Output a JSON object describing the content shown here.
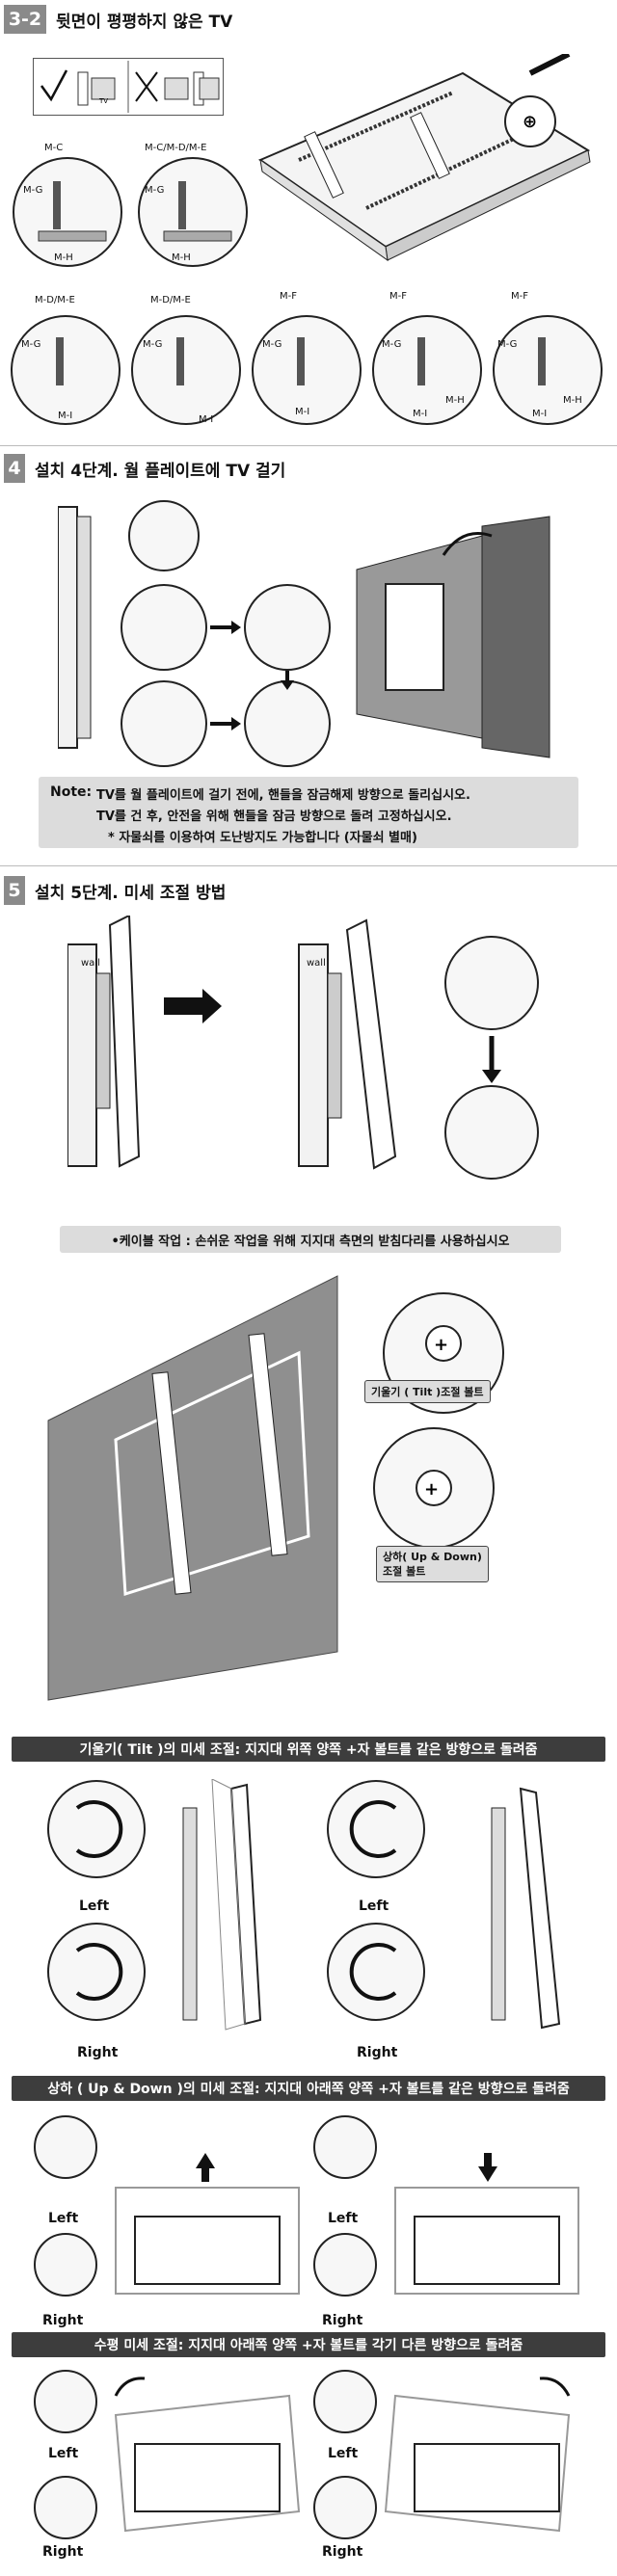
{
  "section_3_2": {
    "badge": "3-2",
    "title": "뒷면이 평평하지 않은 TV",
    "tv_label": "TV",
    "labels_row1": [
      {
        "top": "M-C",
        "g": "M-G",
        "h": "M-H"
      },
      {
        "top": "M-C/M-D/M-E",
        "g": "M-G",
        "h": "M-H"
      }
    ],
    "labels_row2": [
      {
        "top": "M-D/M-E",
        "g": "M-G",
        "i": "M-I"
      },
      {
        "top": "M-D/M-E",
        "g": "M-G",
        "i": "M-I"
      },
      {
        "top": "M-F",
        "g": "M-G",
        "i": "M-I"
      },
      {
        "top": "M-F",
        "g": "M-G",
        "h": "M-H",
        "i": "M-I"
      },
      {
        "top": "M-F",
        "g": "M-G",
        "h": "M-H",
        "i": "M-I"
      }
    ]
  },
  "section_4": {
    "badge": "4",
    "title": "설치 4단계. 월 플레이트에 TV 걸기",
    "note_prefix": "Note:",
    "note_lines": [
      "TV를 월 플레이트에 걸기 전에, 핸들을 잠금해제 방향으로 돌리십시오.",
      "TV를 건 후, 안전을 위해 핸들을 잠금 방향으로 돌려 고정하십시오.",
      "* 자물쇠를 이용하여 도난방지도 가능합니다 (자물쇠 별매)"
    ]
  },
  "section_5": {
    "badge": "5",
    "title": "설치 5단계. 미세 조절 방법",
    "wall_label": "wall",
    "cable_banner": "•케이블 작업 : 손쉬운 작업을 위해 지지대 측면의 받침다리를 사용하십시오",
    "tilt_bolt_label": "기울기 ( Tilt )조절 볼트",
    "updown_bolt_label_1": "상하( Up & Down)",
    "updown_bolt_label_2": "조절 볼트",
    "tilt_banner": "기울기( Tilt )의 미세 조절: 지지대 위쪽 양쪽 +자 볼트를 같은 방향으로 돌려줌",
    "updown_banner": "상하 ( Up & Down )의 미세 조절: 지지대 아래쪽 양쪽 +자 볼트를 같은 방향으로 돌려줌",
    "level_banner": "수평 미세 조절: 지지대 아래쪽 양쪽 +자 볼트를 각기 다른 방향으로 돌려줌",
    "left": "Left",
    "right": "Right"
  }
}
